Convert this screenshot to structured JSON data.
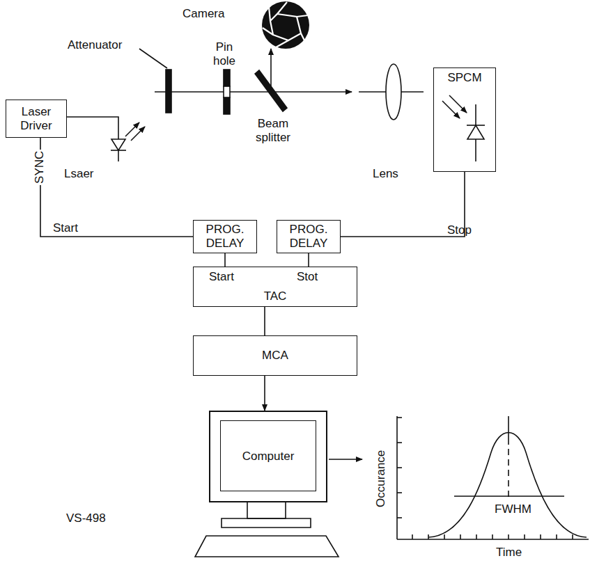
{
  "diagram": {
    "nodes": [
      {
        "text": [
          "Laser Driver"
        ]
      },
      {
        "text": [
          "SPCM"
        ]
      },
      {
        "text": [
          "PROG. DELAY"
        ]
      },
      {
        "text": [
          "PROG. DELAY"
        ]
      },
      {
        "text": [
          "Start",
          "Stot",
          "TAC"
        ]
      },
      {
        "text": [
          "MCA"
        ]
      },
      {
        "text": [
          "Computer"
        ]
      }
    ],
    "edges": [
      {
        "from": 0,
        "to": 2,
        "arrow": "none",
        "label": "SYNC"
      },
      {
        "from": 1,
        "to": 3,
        "arrow": "none",
        "label": "Stop"
      },
      {
        "from": 2,
        "to": 4,
        "arrow": "none"
      },
      {
        "from": 3,
        "to": 4,
        "arrow": "none"
      },
      {
        "from": 4,
        "to": 5,
        "arrow": "none"
      },
      {
        "from": 5,
        "to": 6,
        "arrow": "to"
      }
    ],
    "labels": [
      "Camera",
      "Attenuator",
      "Pin hole",
      "Beam splitter",
      "Lens",
      "Lsaer",
      "Start",
      "FWHM",
      "Occurance",
      "Time",
      "VS-498"
    ]
  }
}
